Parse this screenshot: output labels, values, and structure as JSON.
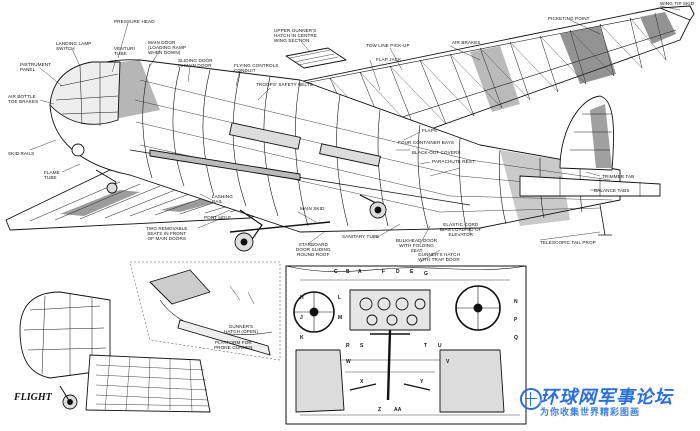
{
  "labels": {
    "pressure_head": "PRESSURE HEAD",
    "landing_lamp_switch": "LANDING LAMP\nSWITCH",
    "venturi_tube": "VENTURI\nTUBE",
    "main_door": "MAIN DOOR\n(LOADING RAMP\nWHEN DOWN)",
    "instrument_panel": "INSTRUMENT\nPANEL",
    "air_bottle_toe_brakes": "AIR BOTTLE\nTOE BRAKES",
    "sliding_door": "SLIDING DOOR\nIN MAIN DOOR",
    "flying_controls_conduit": "FLYING CONTROLS\nCONDUIT",
    "troops_safety_belts": "TROOPS' SAFETY BELTS",
    "upper_gunners_hatch": "UPPER GUNNER'S\nHATCH IN CENTRE\nWING SECTION",
    "tow_line_pickup": "TOW LINE PICK-UP",
    "flap_jack": "FLAP JACK",
    "air_brakes": "AIR BRAKES",
    "picketing_point": "PICKETING POINT",
    "wing_tip_skid": "WING TIP SKID",
    "skid_rails": "SKID RAILS",
    "flaps": "FLAPS",
    "four_container_bays": "FOUR CONTAINER BAYS",
    "black_out_covers": "BLACK-OUT COVERS",
    "parachute_rest": "PARACHUTE REST",
    "flame_tube": "FLAME\nTUBE",
    "trimmer_tab": "TRIMMER TAB",
    "balance_tabs": "BALANCE TABS",
    "lashing_rail": "LASHING\nRAIL",
    "port_hole": "PORT HOLE",
    "main_skid": "MAIN SKID",
    "two_removable_seats": "TWO REMOVABLE\nSEATS IN FRONT\nOF MAIN DOORS",
    "starboard_door": "STARBOARD\nDOOR SLIDING\nROUND ROOF",
    "sanitary_tube": "SANITARY TUBE",
    "bulkhead_door": "BULKHEAD DOOR\nWITH FOLDING\nSEAT",
    "elastic_cord": "ELASTIC CORD\nBIAS LOADING OF\nELEVATOR",
    "telescopic_tail_prop": "TELESCOPIC TAIL PROP",
    "gunners_hatch_trap_door": "GUNNER'S HATCH\nWITH TRAP DOOR",
    "gunners_hatch_open": "GUNNER'S\nHATCH (OPEN)",
    "platform_for_prone_gunner": "PLATFORM FOR\nPRONE GUNNER"
  },
  "cockpit_letters": [
    "C",
    "B",
    "A",
    "F",
    "D",
    "E",
    "G",
    "H",
    "J",
    "K",
    "L",
    "M",
    "N",
    "P",
    "Q",
    "R",
    "S",
    "T",
    "U",
    "V",
    "W",
    "X",
    "Y",
    "Z",
    "AA"
  ],
  "logo": "FLIGHT",
  "watermark": {
    "line1": "环球网军事论坛",
    "line2": "为你收集世界精彩图画"
  }
}
